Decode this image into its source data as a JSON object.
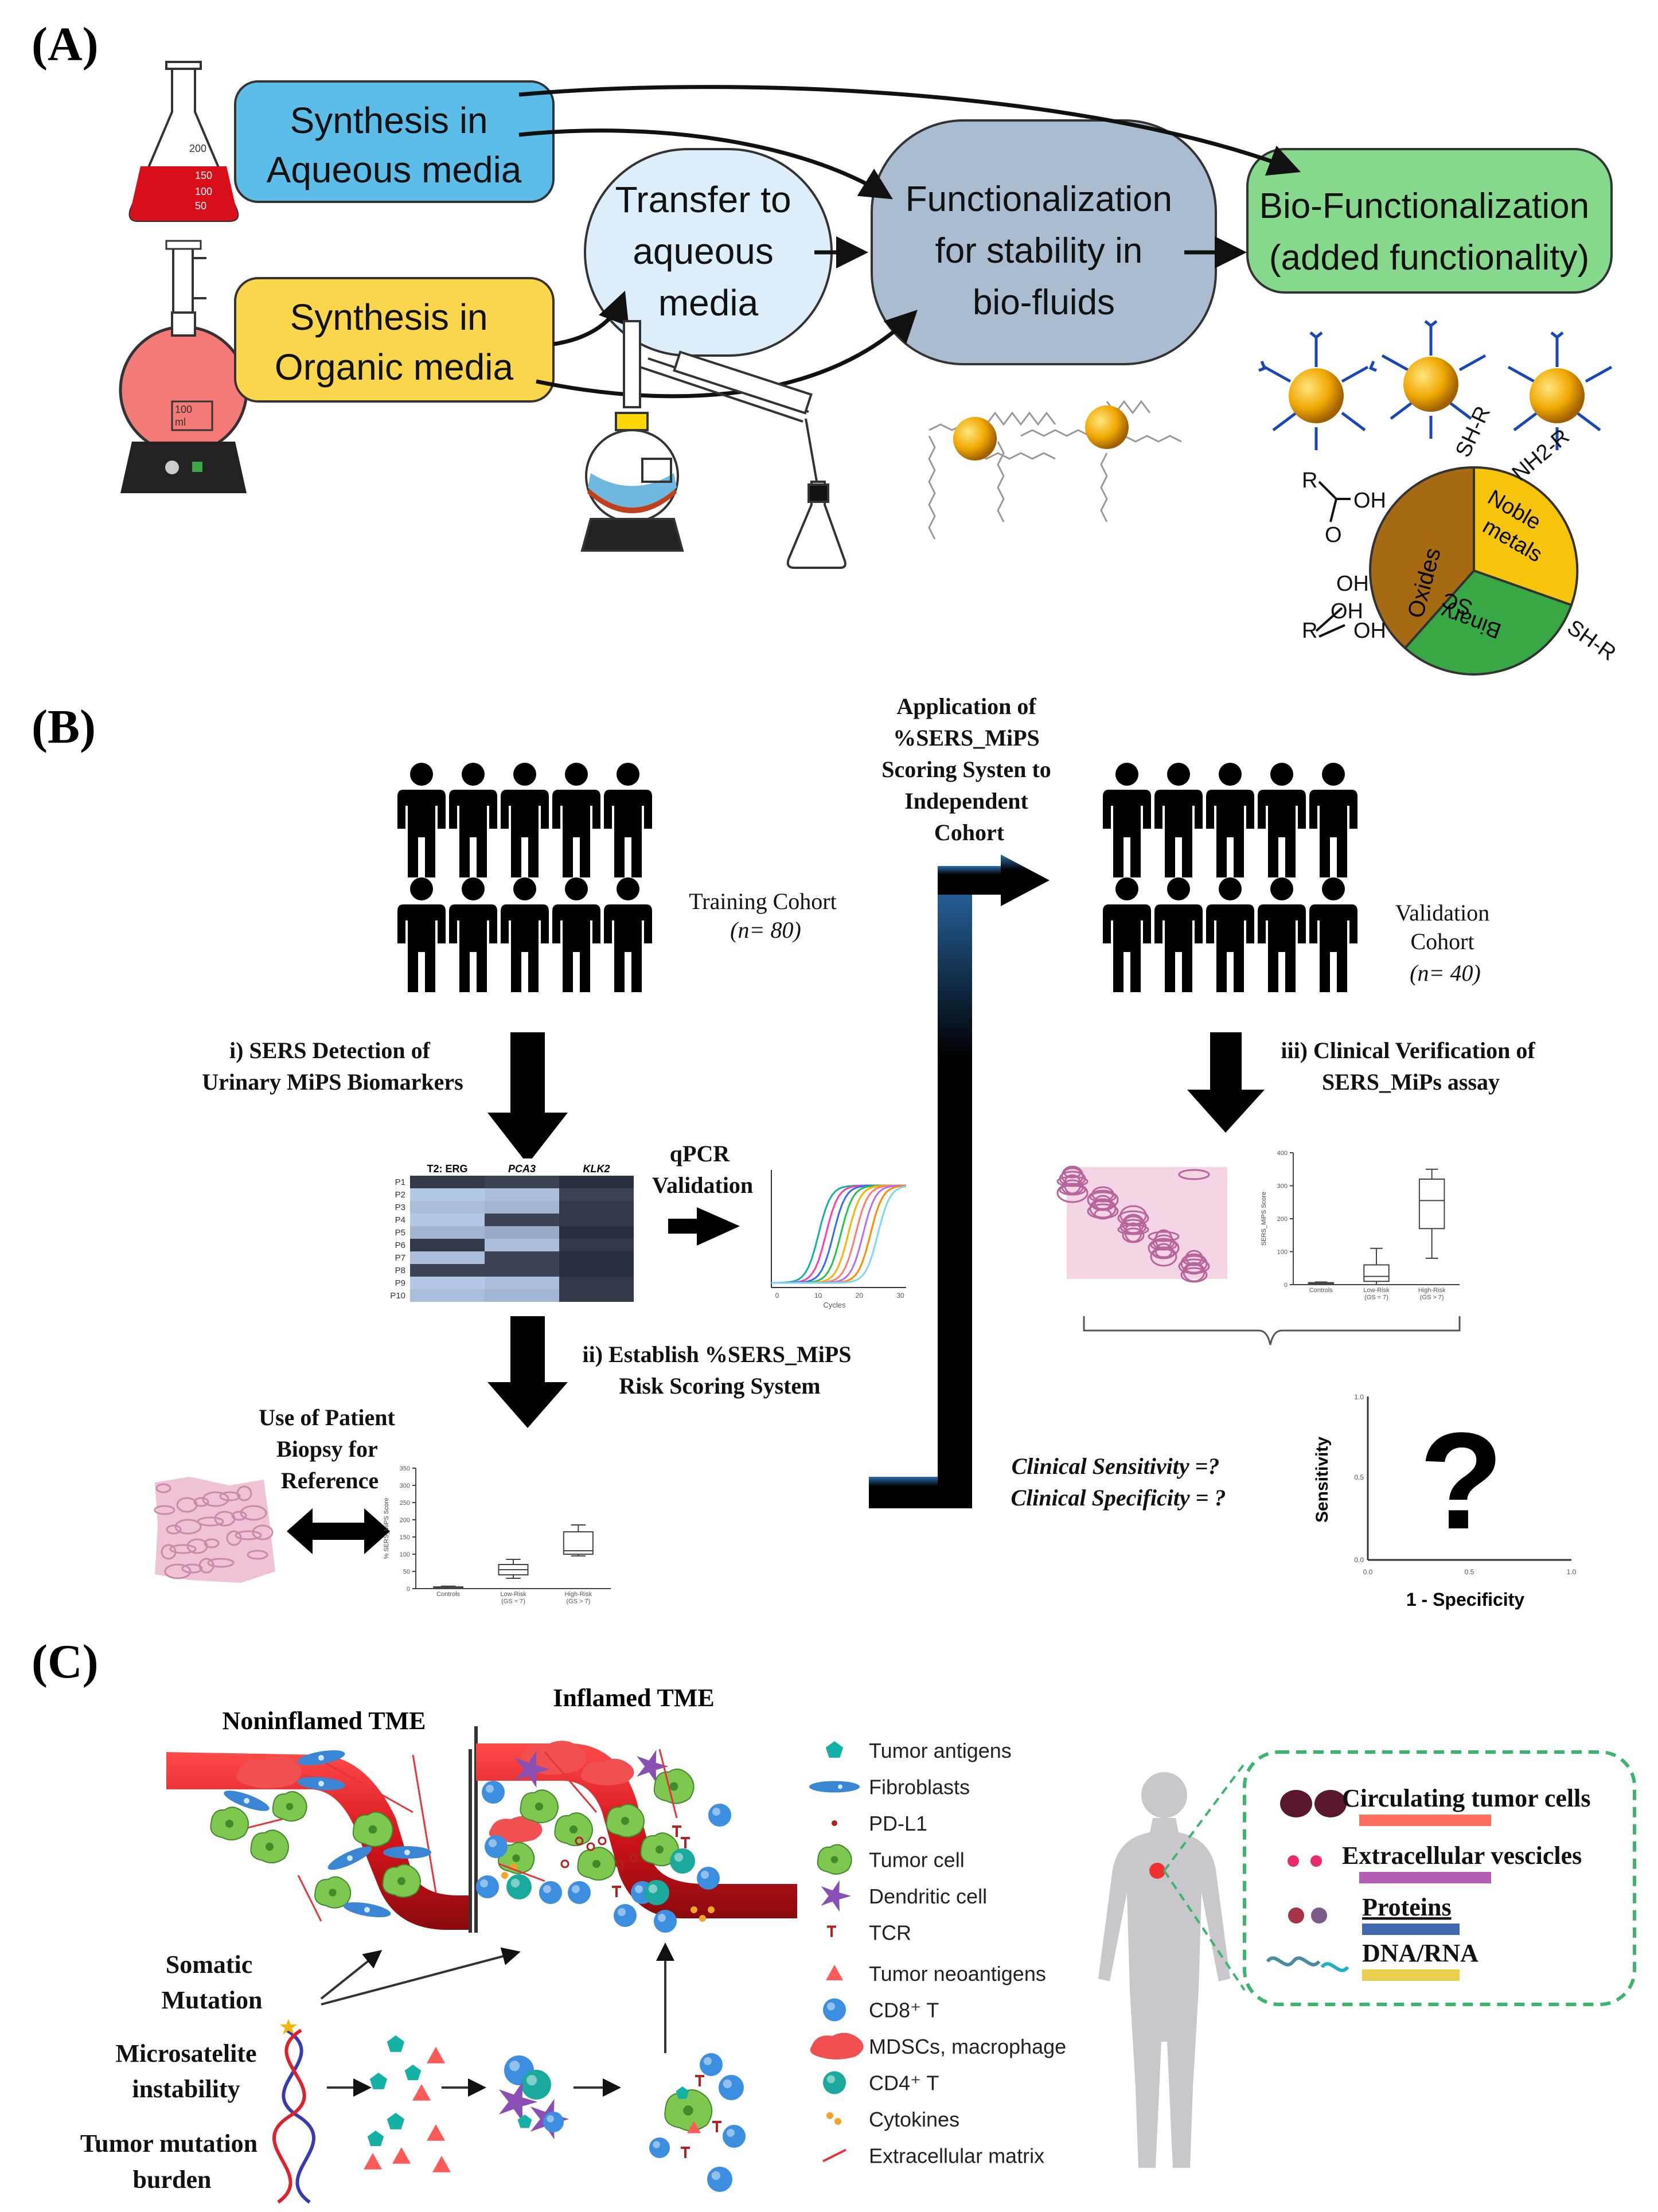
{
  "panel_a": {
    "label": "(A)",
    "box_aqueous": [
      "Synthesis in",
      "Aqueous media"
    ],
    "box_organic": [
      "Synthesis in",
      "Organic media"
    ],
    "bubble_transfer": [
      "Transfer to",
      "aqueous",
      "media"
    ],
    "bubble_functionalization": [
      "Functionalization",
      "for stability in",
      "bio-fluids"
    ],
    "box_bio": [
      "Bio-Functionalization",
      "(added functionality)"
    ],
    "flask_marks": [
      "200",
      "150",
      "100",
      "50"
    ],
    "flask_marks_b": [
      "100",
      "ml"
    ],
    "pie_sectors": [
      "Noble",
      "metals",
      "Binary",
      "SC",
      "Oxides"
    ],
    "pie_groups": [
      "SH-R",
      "NH2-R",
      "SH-R",
      "R",
      "OH",
      "O",
      "OH",
      "OH",
      "OH",
      "R"
    ],
    "colors": {
      "blue": "#5bbde8",
      "yellow": "#f9d64b",
      "grey": "#a9bcd0",
      "green": "#86d88c",
      "bubble_light": "#dceefa"
    }
  },
  "panel_b": {
    "label": "(B)",
    "training": [
      "Training Cohort",
      "(n= 80)"
    ],
    "validation": [
      "Validation",
      "Cohort",
      "(n= 40)"
    ],
    "application": [
      "Application of",
      "%SERS_MiPS",
      "Scoring Systen to",
      "Independent",
      "Cohort"
    ],
    "step_i": [
      "i) SERS Detection of",
      "Urinary MiPS Biomarkers"
    ],
    "step_ii": [
      "ii) Establish %SERS_MiPS",
      "Risk Scoring System"
    ],
    "step_iii": [
      "iii) Clinical Verification of",
      "SERS_MiPs assay"
    ],
    "qpcr": [
      "qPCR",
      "Validation"
    ],
    "biopsy": [
      "Use of Patient",
      "Biopsy for",
      "Reference"
    ],
    "clinical": [
      "Clinical Sensitivity =?",
      "Clinical Specificity = ?"
    ],
    "roc": {
      "ylabel": "Sensitivity",
      "xlabel": "1 - Specificity",
      "mark": "?",
      "ticks_x": [
        "0.0",
        "0.5",
        "1.0"
      ],
      "ticks_y": [
        "0.0",
        "0.5",
        "1.0"
      ]
    },
    "heatmap": {
      "columns": [
        "T2: ERG",
        "PCA3",
        "KLK2"
      ],
      "rows": [
        "P1",
        "P2",
        "P3",
        "P4",
        "P5",
        "P6",
        "P7",
        "P8",
        "P9",
        "P10"
      ],
      "values": [
        [
          0.15,
          0.2,
          0.1
        ],
        [
          0.9,
          0.85,
          0.2
        ],
        [
          0.85,
          0.8,
          0.15
        ],
        [
          0.9,
          0.2,
          0.15
        ],
        [
          0.8,
          0.75,
          0.1
        ],
        [
          0.15,
          0.85,
          0.15
        ],
        [
          0.85,
          0.2,
          0.1
        ],
        [
          0.2,
          0.2,
          0.1
        ],
        [
          0.9,
          0.85,
          0.15
        ],
        [
          0.85,
          0.8,
          0.15
        ]
      ]
    },
    "qpcr_chart": {
      "xlabel": "Cycles",
      "xticks": [
        "0",
        "10",
        "20",
        "30"
      ],
      "curve_colors": [
        "#13b1a4",
        "#ff3ea5",
        "#2f6bff",
        "#28c04a",
        "#ffb000",
        "#ff7a7a",
        "#b06dff",
        "#ff8c00",
        "#7ad7ff"
      ]
    },
    "box_chart_left": {
      "ylabel": "% SERS_MiPS Score",
      "yticks": [
        "0",
        "50",
        "100",
        "150",
        "200",
        "250",
        "300",
        "350"
      ],
      "categories": [
        "Controls",
        "Low-Risk\n(GS = 7)",
        "High-Risk\n(GS > 7)"
      ],
      "boxes": [
        {
          "min": 0,
          "q1": 1,
          "median": 3,
          "q3": 5,
          "max": 7
        },
        {
          "min": 30,
          "q1": 40,
          "median": 55,
          "q3": 70,
          "max": 85
        },
        {
          "min": 95,
          "q1": 100,
          "median": 110,
          "q3": 165,
          "max": 185
        }
      ],
      "ylim": [
        0,
        350
      ]
    },
    "box_chart_right": {
      "ylabel": "SERS_MiPS Score",
      "yticks": [
        "0",
        "100",
        "200",
        "300",
        "400"
      ],
      "categories": [
        "Controls",
        "Low-Risk\n(GS = 7)",
        "High-Risk\n(GS > 7)"
      ],
      "boxes": [
        {
          "min": 0,
          "q1": 2,
          "median": 4,
          "q3": 6,
          "max": 8
        },
        {
          "min": 0,
          "q1": 10,
          "median": 25,
          "q3": 60,
          "max": 110
        },
        {
          "min": 80,
          "q1": 170,
          "median": 255,
          "q3": 320,
          "max": 350
        }
      ],
      "ylim": [
        0,
        400
      ]
    }
  },
  "panel_c": {
    "label": "(C)",
    "noninflamed": "Noninflamed TME",
    "inflamed": "Inflamed TME",
    "legend": [
      {
        "label": "Tumor antigens",
        "shape": "pentagon",
        "color": "#14b2a5"
      },
      {
        "label": "Fibroblasts",
        "shape": "spindle",
        "color": "#3a86d4"
      },
      {
        "label": "PD-L1",
        "shape": "dot",
        "color": "#b52020"
      },
      {
        "label": "Tumor cell",
        "shape": "blob",
        "color": "#7ec850"
      },
      {
        "label": "Dendritic cell",
        "shape": "star",
        "color": "#8a4fb5"
      },
      {
        "label": "TCR",
        "shape": "tcr",
        "color": "#b52020"
      },
      {
        "label": "Tumor neoantigens",
        "shape": "triangle",
        "color": "#ff5a5a"
      },
      {
        "label": "CD8⁺ T",
        "shape": "circle",
        "color": "#3b8ee0"
      },
      {
        "label": "MDSCs, macrophage",
        "shape": "macro",
        "color": "#f05050"
      },
      {
        "label": "CD4⁺ T",
        "shape": "circle",
        "color": "#1aa99c"
      },
      {
        "label": "Cytokines",
        "shape": "cyto",
        "color": "#f3a42a"
      },
      {
        "label": "Extracellular matrix",
        "shape": "line",
        "color": "#e5343a"
      }
    ],
    "causes": [
      "Somatic",
      "Mutation",
      "Microsatelite",
      "instability",
      "Tumor mutation",
      "burden"
    ],
    "biomarkers": [
      {
        "label": "Circulating tumor cells",
        "color": "#ff6f61"
      },
      {
        "label": "Extracellular vescicles",
        "color": "#b55db4"
      },
      {
        "label": "Proteins",
        "color": "#4069b0"
      },
      {
        "label": "DNA/RNA",
        "color": "#ead04c"
      }
    ]
  }
}
